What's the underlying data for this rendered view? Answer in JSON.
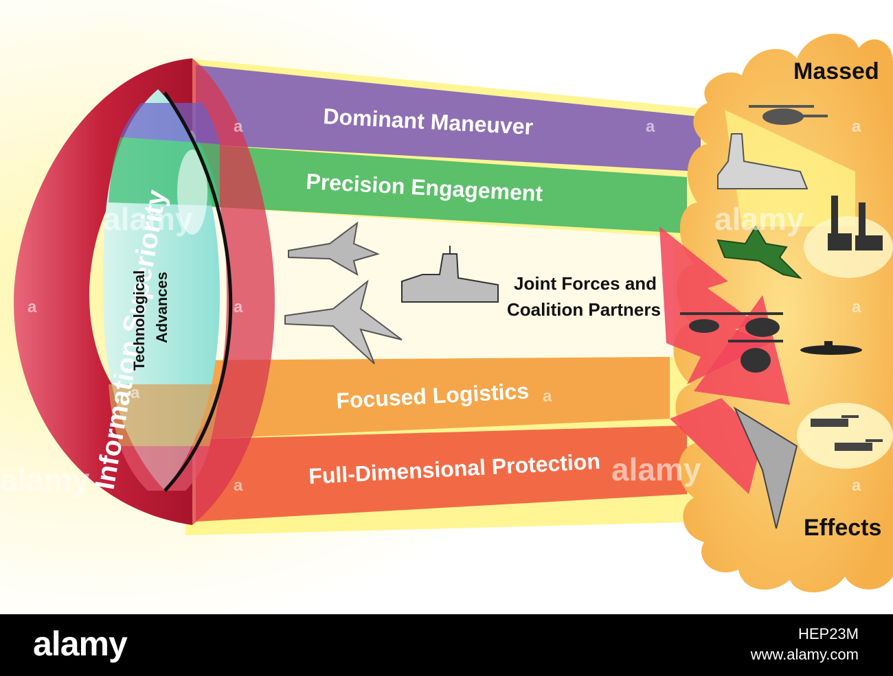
{
  "diagram": {
    "ring_label": "Information Superiority",
    "core_label_line1": "Technological",
    "core_label_line2": "Advances",
    "bands": {
      "dominant_maneuver": "Dominant Maneuver",
      "precision_engagement": "Precision Engagement",
      "focused_logistics": "Focused Logistics",
      "full_dimensional_protection": "Full-Dimensional Protection"
    },
    "center_label_line1": "Joint Forces and",
    "center_label_line2": "Coalition Partners",
    "cloud_top_label": "Massed",
    "cloud_bottom_label": "Effects"
  },
  "watermark": {
    "text": "alamy",
    "small_mark": "a"
  },
  "footer": {
    "logo": "alamy",
    "image_id": "HEP23M",
    "url": "www.alamy.com"
  },
  "colors": {
    "purple_band": "#8e6fb3",
    "green_band": "#5cbf6a",
    "orange_band": "#f5a64a",
    "red_band": "#f26a45",
    "ring": "#c4203a",
    "cloud": "#f7b64f",
    "yellow_beam": "#fff27a"
  },
  "icons": [
    "fighter-jet-icon",
    "aircraft-carrier-icon",
    "helicopter-icon",
    "a10-aircraft-icon",
    "missile-launcher-icon",
    "submarine-icon",
    "stealth-bomber-icon",
    "tank-icon"
  ]
}
